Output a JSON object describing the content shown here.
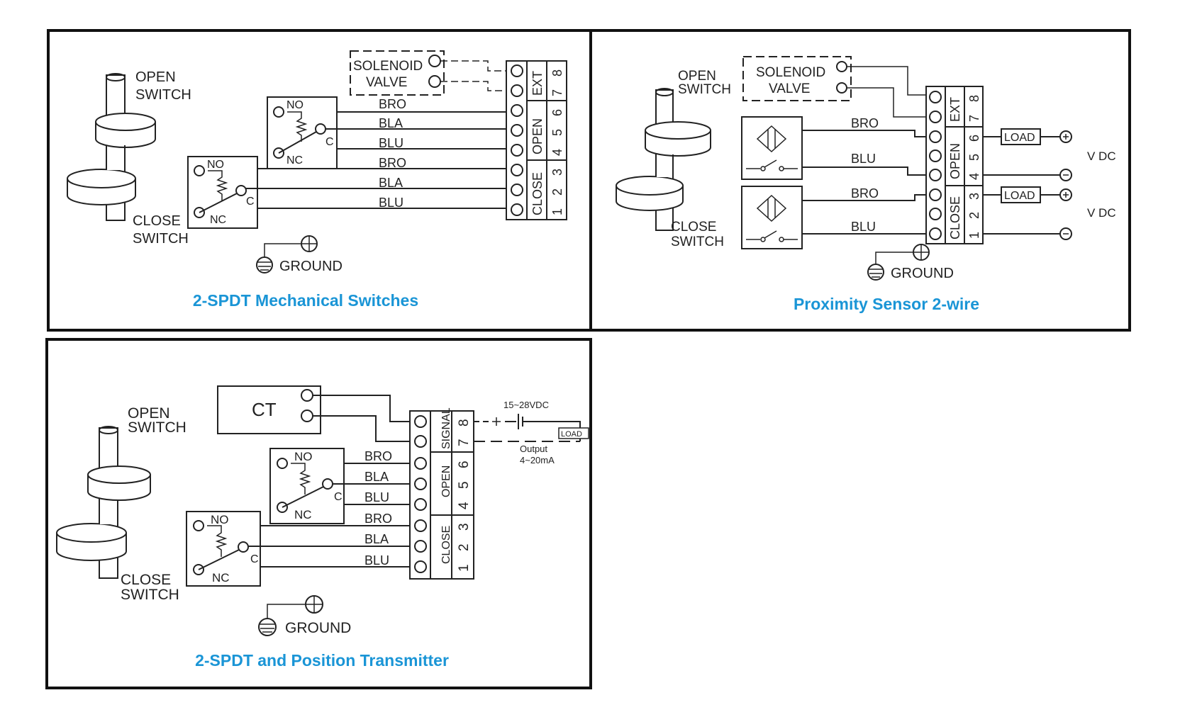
{
  "colors": {
    "title": "#1a95d6",
    "line": "#222222",
    "background": "#ffffff"
  },
  "panel1": {
    "title": "2-SPDT Mechanical Switches",
    "open_switch": [
      "OPEN",
      "SWITCH"
    ],
    "close_switch": [
      "CLOSE",
      "SWITCH"
    ],
    "solenoid": [
      "SOLENOID",
      "VALVE"
    ],
    "wires": [
      "BRO",
      "BLA",
      "BLU",
      "BRO",
      "BLA",
      "BLU"
    ],
    "switch_labels": {
      "no": "NO",
      "nc": "NC",
      "c": "C"
    },
    "groups": [
      "EXT",
      "OPEN",
      "CLOSE"
    ],
    "terminals": [
      "8",
      "7",
      "6",
      "5",
      "4",
      "3",
      "2",
      "1"
    ],
    "ground": "GROUND"
  },
  "panel2": {
    "title": "Proximity Sensor 2-wire",
    "open_switch": [
      "OPEN",
      "SWITCH"
    ],
    "close_switch": [
      "CLOSE",
      "SWITCH"
    ],
    "solenoid": [
      "SOLENOID",
      "VALVE"
    ],
    "wires": [
      "BRO",
      "BLU",
      "BRO",
      "BLU"
    ],
    "groups": [
      "EXT",
      "OPEN",
      "CLOSE"
    ],
    "terminals": [
      "8",
      "7",
      "6",
      "5",
      "4",
      "3",
      "2",
      "1"
    ],
    "load": "LOAD",
    "vdc": "V DC",
    "ground": "GROUND"
  },
  "panel3": {
    "title": "2-SPDT and Position Transmitter",
    "open_switch": [
      "OPEN",
      "SWITCH"
    ],
    "close_switch": [
      "CLOSE",
      "SWITCH"
    ],
    "ct": "CT",
    "wires": [
      "BRO",
      "BLA",
      "BLU",
      "BRO",
      "BLA",
      "BLU"
    ],
    "switch_labels": {
      "no": "NO",
      "nc": "NC",
      "c": "C"
    },
    "groups": [
      "SIGNAL",
      "OPEN",
      "CLOSE"
    ],
    "terminals": [
      "8",
      "7",
      "6",
      "5",
      "4",
      "3",
      "2",
      "1"
    ],
    "supply": "15~28VDC",
    "load": "LOAD",
    "output": [
      "Output",
      "4~20mA"
    ],
    "ground": "GROUND"
  }
}
